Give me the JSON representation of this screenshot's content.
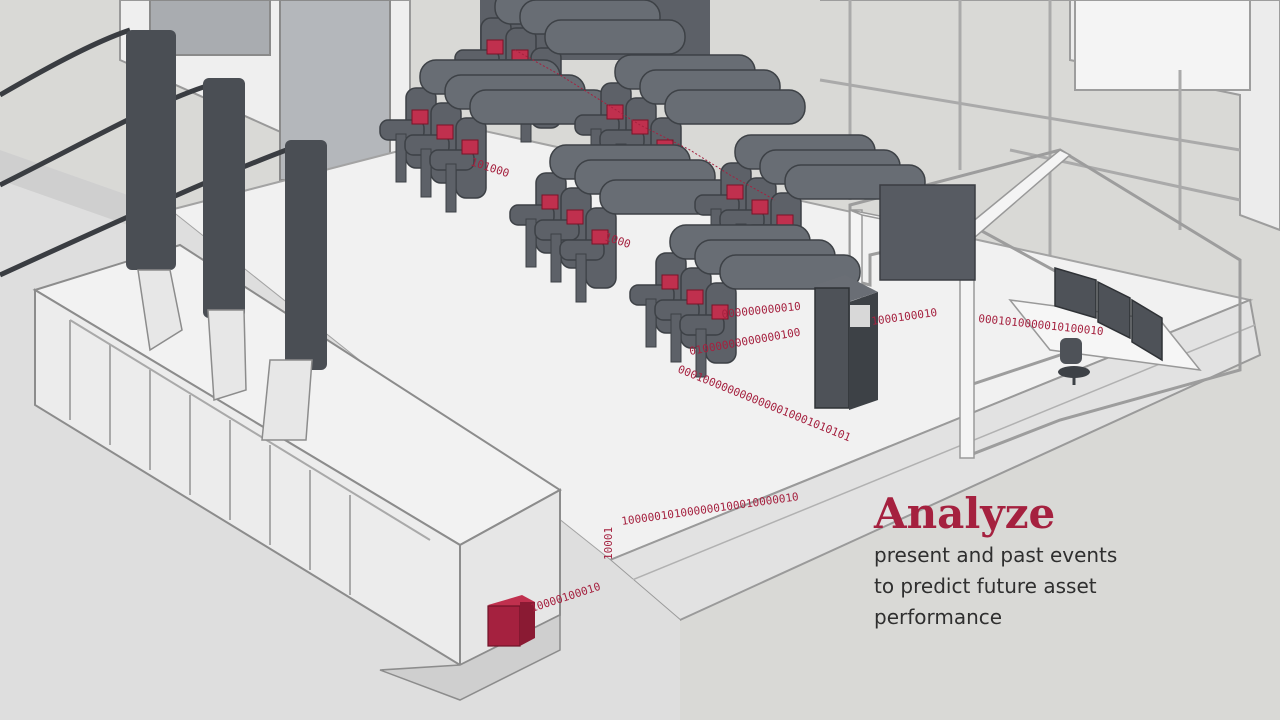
{
  "caption": {
    "title": "Analyze",
    "lines": [
      "present and past events",
      "to predict future asset",
      "performance"
    ]
  },
  "data_streams": [
    "10000100010",
    "100000101000000100010000010",
    "0001000000000000010001010101",
    "01000000000000100",
    "000000000010",
    "1000100010",
    "0001010000010100010",
    "101000",
    "10001",
    "1000"
  ],
  "colors": {
    "accent": "#a5213f",
    "equipment": "#5a5f66",
    "structure": "#f3f3f3",
    "outline": "#9a9a9a",
    "background": "#d9d9d6"
  }
}
